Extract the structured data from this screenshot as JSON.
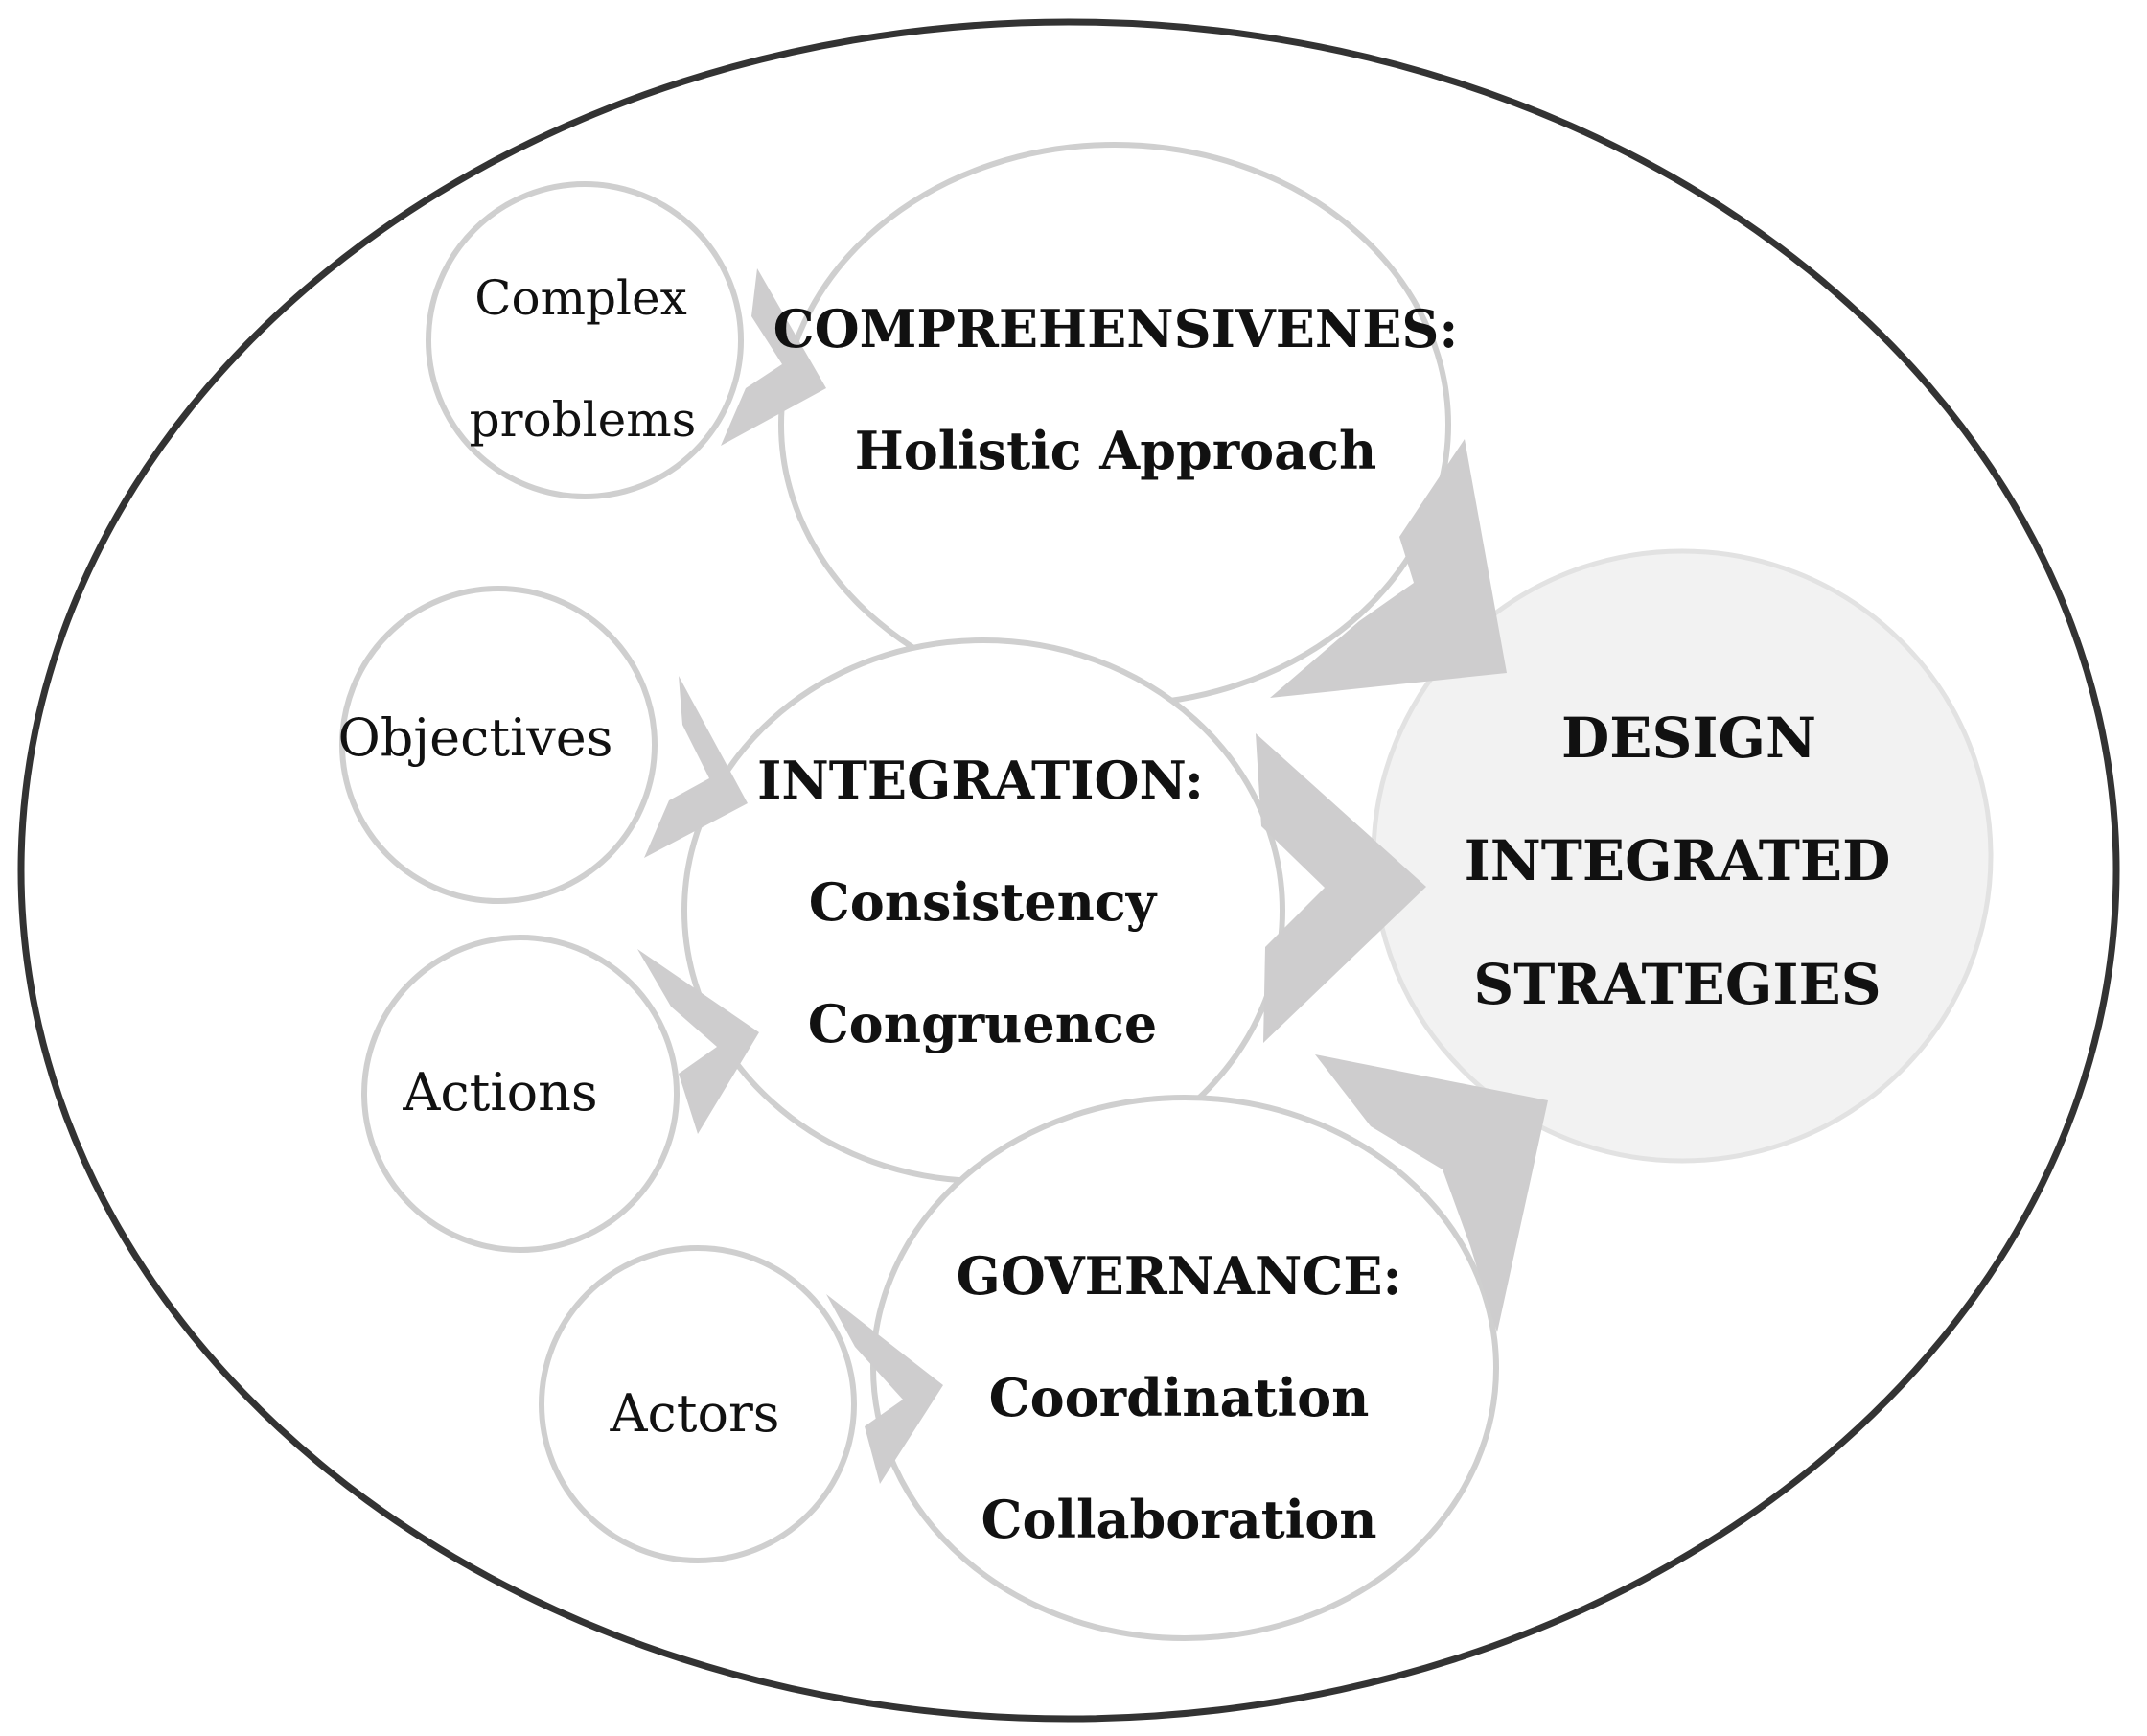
{
  "diagram": {
    "inputs": [
      {
        "id": "complex-problems",
        "lines": [
          "Complex",
          "problems"
        ]
      },
      {
        "id": "objectives",
        "lines": [
          "Objectives"
        ]
      },
      {
        "id": "actions",
        "lines": [
          "Actions"
        ]
      },
      {
        "id": "actors",
        "lines": [
          "Actors"
        ]
      }
    ],
    "pillars": [
      {
        "id": "comprehensiveness",
        "heading": "COMPREHENSIVENES:",
        "items": [
          "Holistic Approach"
        ]
      },
      {
        "id": "integration",
        "heading": "INTEGRATION:",
        "items": [
          "Consistency",
          "Congruence"
        ]
      },
      {
        "id": "governance",
        "heading": "GOVERNANCE:",
        "items": [
          "Coordination",
          "Collaboration"
        ]
      }
    ],
    "outcome": {
      "lines": [
        "DESIGN",
        "INTEGRATED",
        "STRATEGIES"
      ]
    },
    "colors": {
      "outline": "#333333",
      "circle_stroke": "#cfcfcf",
      "arrow_fill": "#cecdce",
      "outcome_fill": "#f2f2f2",
      "text": "#111111"
    }
  }
}
